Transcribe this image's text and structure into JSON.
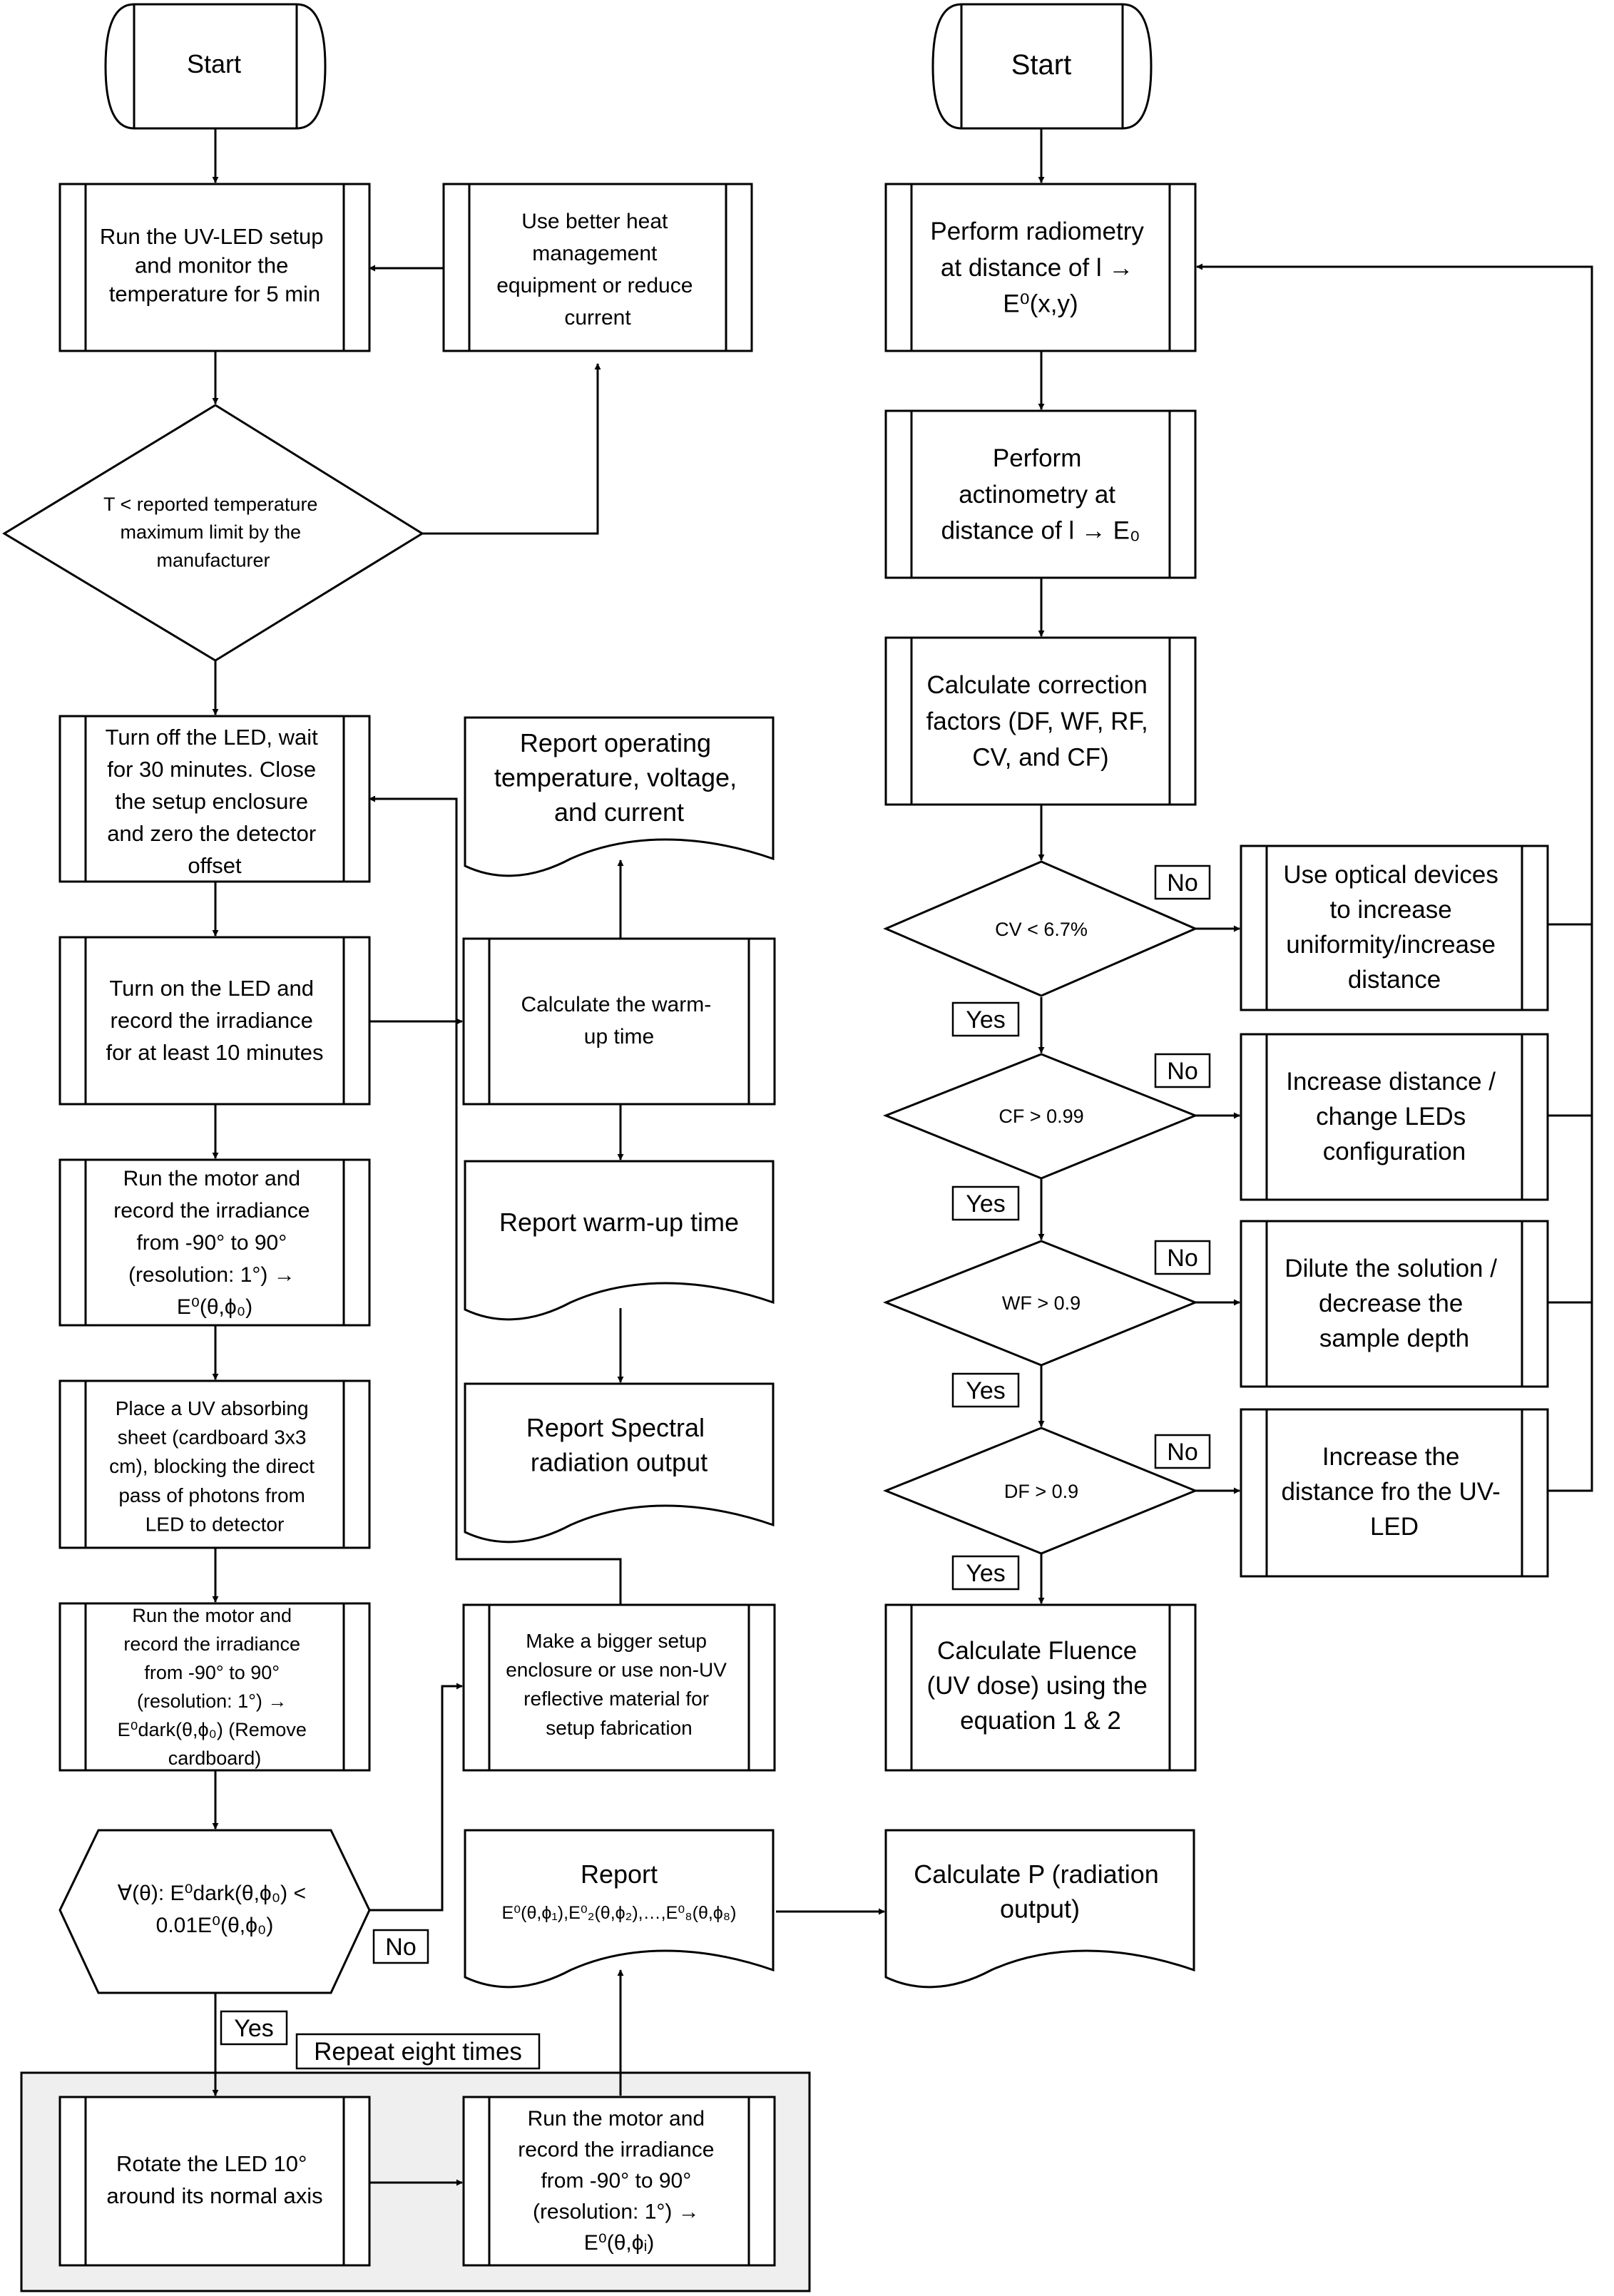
{
  "left_flow": {
    "start": "Start",
    "step_run_setup": [
      "Run the UV-LED setup",
      "and monitor the",
      "temperature for 5 min"
    ],
    "step_heat_mgmt": [
      "Use better heat",
      "management",
      "equipment or reduce",
      "current"
    ],
    "decision_temp": [
      "T < reported temperature",
      "maximum limit by the",
      "manufacturer"
    ],
    "step_turn_off": [
      "Turn off the LED, wait",
      "for 30 minutes. Close",
      "the setup enclosure",
      "and zero the detector",
      "offset"
    ],
    "step_turn_on": [
      "Turn on the LED and",
      "record the irradiance",
      "for at least 10 minutes"
    ],
    "step_run_motor": [
      "Run the motor and",
      "record the irradiance",
      "from -90°  to 90°",
      "(resolution: 1°) →"
    ],
    "step_run_motor_formula": "E⁰(θ,ϕ₀)",
    "step_place_sheet": [
      "Place a UV absorbing",
      "sheet (cardboard 3x3",
      "cm), blocking the direct",
      "pass of photons from",
      "LED to detector"
    ],
    "step_run_motor_dark": [
      "Run the motor and",
      "record the irradiance",
      "from -90°  to 90°",
      "(resolution: 1°) →"
    ],
    "step_run_motor_dark_formula": "E⁰dark(θ,ϕ₀) (Remove",
    "step_run_motor_dark_tail": "cardboard)",
    "decision_dark": [
      "∀(θ): E⁰dark(θ,ϕ₀) <",
      "0.01E⁰(θ,ϕ₀)"
    ],
    "group_label": "Repeat eight times",
    "step_rotate": [
      "Rotate the LED 10°",
      "around its normal axis"
    ],
    "step_run_motor_i": [
      "Run the motor and",
      "record the irradiance",
      "from -90°  to 90°",
      "(resolution: 1°) →"
    ],
    "step_run_motor_i_formula": "E⁰(θ,ϕᵢ)"
  },
  "middle_flow": {
    "report_operating": [
      "Report operating",
      "temperature, voltage,",
      "and current"
    ],
    "step_warmup": [
      "Calculate the warm-",
      "up time"
    ],
    "report_warmup": [
      "Report warm-up time"
    ],
    "report_spectral": [
      "Report Spectral",
      "radiation output"
    ],
    "step_bigger": [
      "Make a bigger setup",
      "enclosure or use non-UV",
      "reflective material for",
      "setup fabrication"
    ],
    "report_e0_title": "Report",
    "report_e0_formula": "E⁰(θ,ϕ₁),E⁰₂(θ,ϕ₂),…,E⁰₈(θ,ϕ₈)",
    "report_p": [
      "Calculate P (radiation",
      "output)"
    ]
  },
  "right_flow": {
    "start": "Start",
    "step_radiometry": [
      "Perform radiometry",
      "at distance of l →",
      "E⁰(x,y)"
    ],
    "step_actinometry": [
      "Perform",
      "actinometry at",
      "distance of l →   E₀"
    ],
    "step_correction": [
      "Calculate correction",
      "factors (DF, WF, RF,",
      "CV, and CF)"
    ],
    "decision_cv": "CV < 6.7%",
    "fix_cv": [
      "Use optical devices",
      "to increase",
      "uniformity/increase",
      "distance"
    ],
    "decision_cf": "CF > 0.99",
    "fix_cf": [
      "Increase distance /",
      "change LEDs",
      "configuration"
    ],
    "decision_wf": "WF > 0.9",
    "fix_wf": [
      "Dilute the solution /",
      "decrease the",
      "sample depth"
    ],
    "decision_df": "DF  > 0.9",
    "fix_df": [
      "Increase the",
      "distance fro the UV-",
      "LED"
    ],
    "step_fluence": [
      "Calculate Fluence",
      "(UV dose) using the",
      "equation 1 & 2"
    ]
  },
  "edge_labels": {
    "yes": "Yes",
    "no": "No"
  }
}
